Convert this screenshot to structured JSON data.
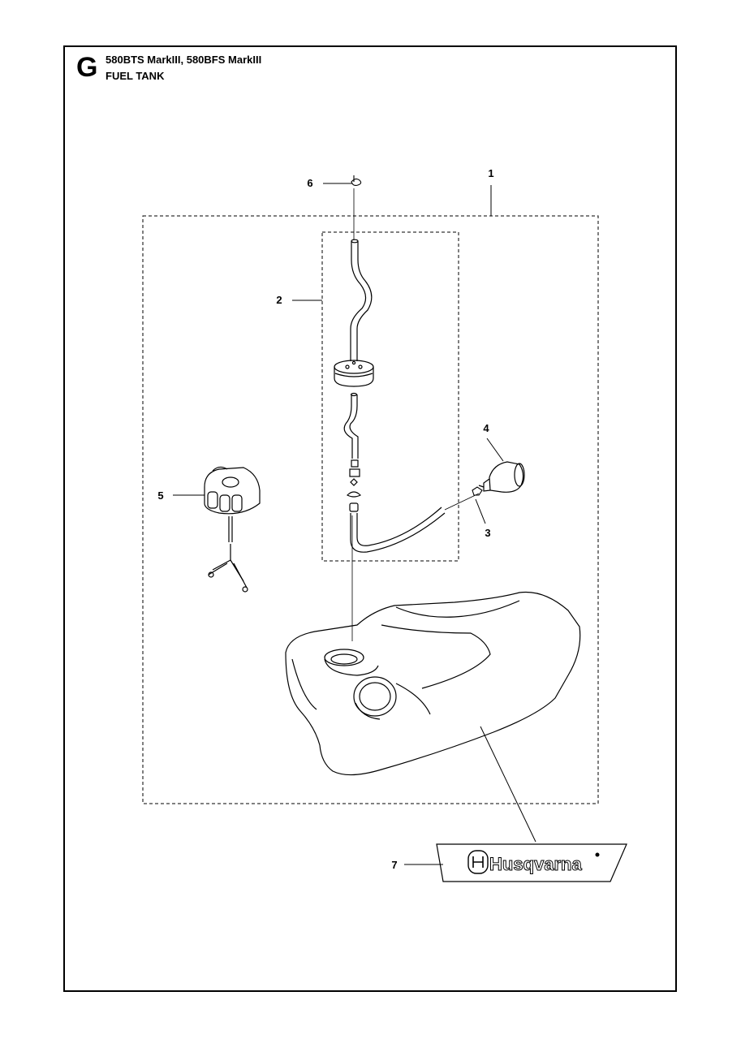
{
  "header": {
    "section_letter": "G",
    "model": "580BTS MarkIII, 580BFS MarkIII",
    "title": "FUEL TANK"
  },
  "callouts": [
    {
      "id": "1",
      "label": "1"
    },
    {
      "id": "2",
      "label": "2"
    },
    {
      "id": "3",
      "label": "3"
    },
    {
      "id": "4",
      "label": "4"
    },
    {
      "id": "5",
      "label": "5"
    },
    {
      "id": "6",
      "label": "6"
    },
    {
      "id": "7",
      "label": "7"
    }
  ],
  "logo": {
    "brand": "Husqvarna"
  }
}
